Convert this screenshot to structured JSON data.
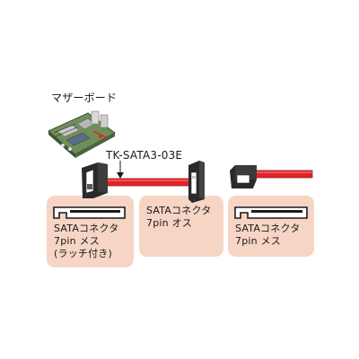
{
  "labels": {
    "motherboard": "マザーボード",
    "model": "TK-SATA3-03E"
  },
  "panels": [
    {
      "lines": [
        "SATAコネクタ",
        "7pin メス",
        "(ラッチ付き)"
      ]
    },
    {
      "lines": [
        "SATAコネクタ",
        "7pin オス"
      ]
    },
    {
      "lines": [
        "SATAコネクタ",
        "7pin メス"
      ]
    }
  ],
  "colors": {
    "cable_red": "#e0242a",
    "panel_pink": "#f6d5c4",
    "connector_black": "#2a2a2a"
  }
}
